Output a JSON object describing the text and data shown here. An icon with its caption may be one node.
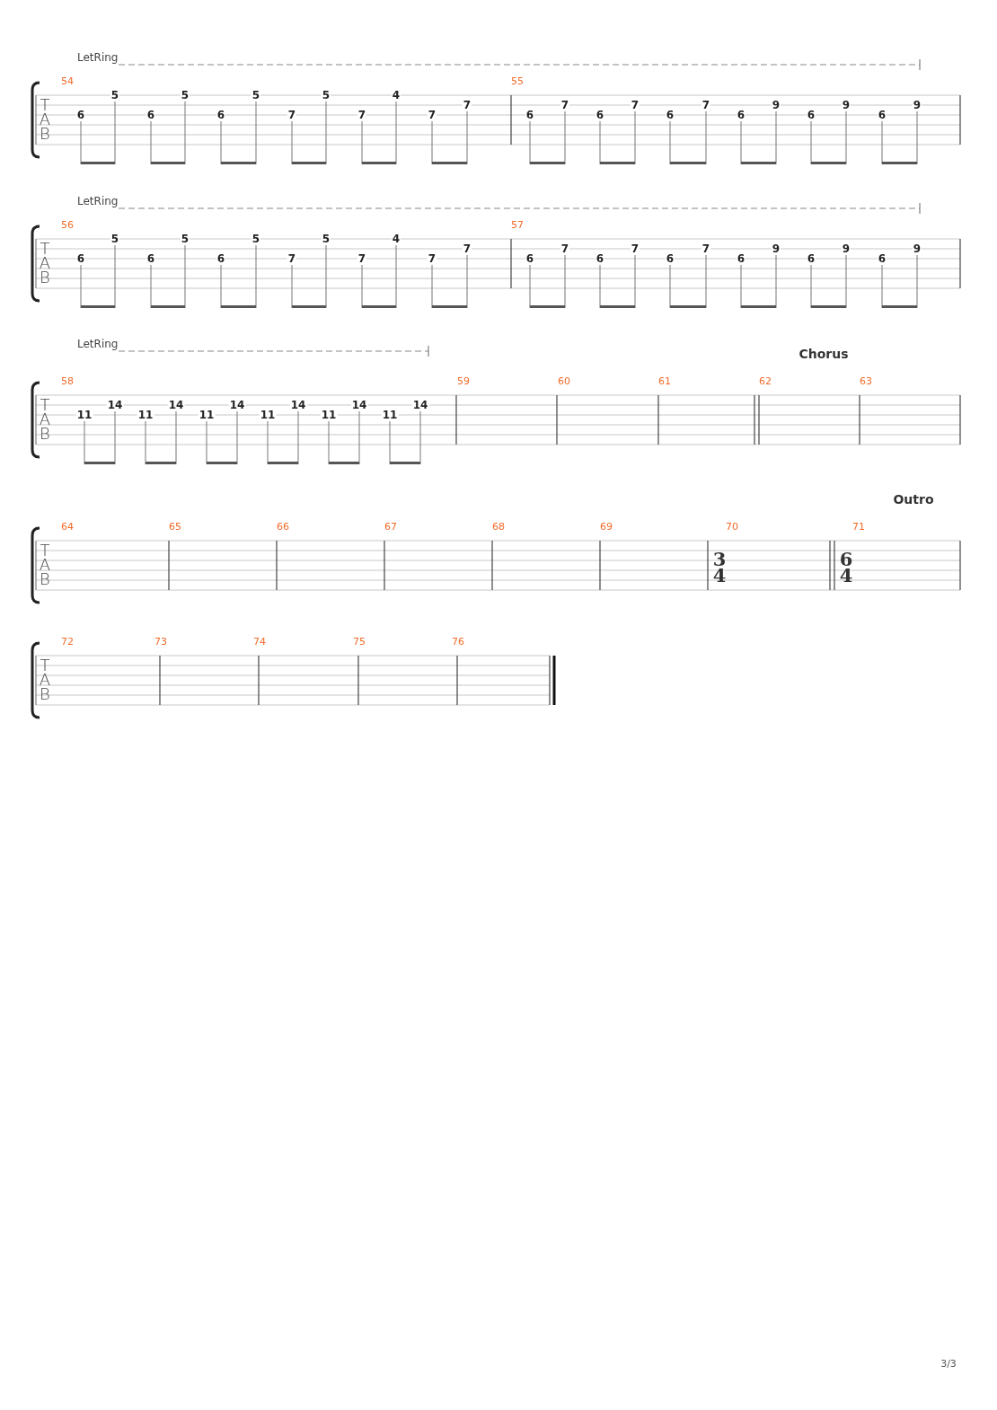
{
  "diagram": {
    "labels": [
      "LetRing",
      "54",
      "T",
      "A",
      "B",
      "6",
      "5",
      "6",
      "5",
      "6",
      "5",
      "7",
      "5",
      "7",
      "4",
      "7",
      "7",
      "55",
      "6",
      "7",
      "6",
      "7",
      "6",
      "7",
      "6",
      "9",
      "6",
      "9",
      "6",
      "9",
      "LetRing",
      "56",
      "T",
      "A",
      "B",
      "6",
      "5",
      "6",
      "5",
      "6",
      "5",
      "7",
      "5",
      "7",
      "4",
      "7",
      "7",
      "57",
      "6",
      "7",
      "6",
      "7",
      "6",
      "7",
      "6",
      "9",
      "6",
      "9",
      "6",
      "9",
      "LetRing",
      "Chorus",
      "58",
      "T",
      "A",
      "B",
      "11",
      "14",
      "11",
      "14",
      "11",
      "14",
      "11",
      "14",
      "11",
      "14",
      "11",
      "14",
      "59",
      "60",
      "61",
      "62",
      "63",
      "Outro",
      "64",
      "T",
      "A",
      "B",
      "65",
      "66",
      "67",
      "68",
      "69",
      "70",
      "3",
      "4",
      "71",
      "6",
      "4",
      "72",
      "T",
      "A",
      "B",
      "73",
      "74",
      "75",
      "76",
      "3/3"
    ]
  }
}
